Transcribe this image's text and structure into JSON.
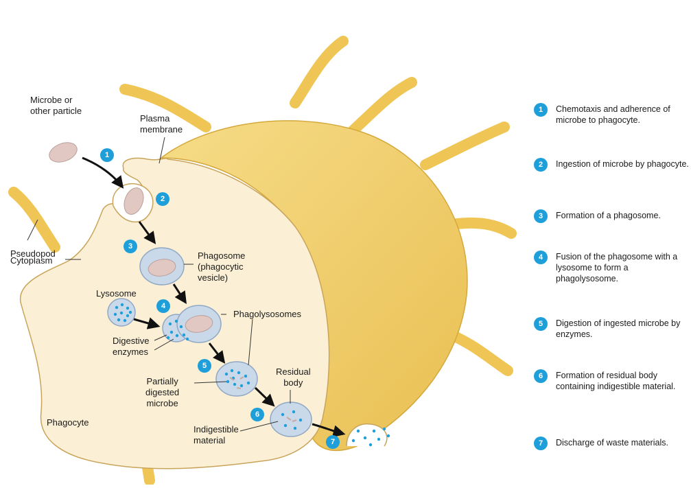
{
  "labels": {
    "microbe": "Microbe or\nother particle",
    "plasma_membrane": "Plasma\nmembrane",
    "pseudopod": "Pseudopod",
    "cytoplasm": "Cytoplasm",
    "phagosome": "Phagosome\n(phagocytic\nvesicle)",
    "lysosome": "Lysosome",
    "phagolysosomes": "Phagolysosomes",
    "digestive_enzymes": "Digestive\nenzymes",
    "partially_digested": "Partially\ndigested\nmicrobe",
    "residual_body": "Residual\nbody",
    "indigestible": "Indigestible\nmaterial",
    "phagocyte": "Phagocyte"
  },
  "steps": [
    "1",
    "2",
    "3",
    "4",
    "5",
    "6",
    "7"
  ],
  "legend": [
    {
      "num": "1",
      "text": "Chemotaxis and adherence of microbe to phagocyte."
    },
    {
      "num": "2",
      "text": "Ingestion of microbe by phagocyte."
    },
    {
      "num": "3",
      "text": "Formation of a phagosome."
    },
    {
      "num": "4",
      "text": "Fusion of the phagosome with a lysosome to form a phagolysosome."
    },
    {
      "num": "5",
      "text": "Digestion of ingested microbe by enzymes."
    },
    {
      "num": "6",
      "text": "Formation of residual body containing indigestible material."
    },
    {
      "num": "7",
      "text": "Discharge of waste materials."
    }
  ],
  "colors": {
    "cell_body": "#f1cf6a",
    "cytoplasm": "#fbf0d6",
    "pseudopod": "#f0c75a",
    "vesicle": "#c9d9ea",
    "microbe": "#e2c8c2",
    "enzyme": "#1e9fd9",
    "step_badge": "#1e9fd9"
  }
}
